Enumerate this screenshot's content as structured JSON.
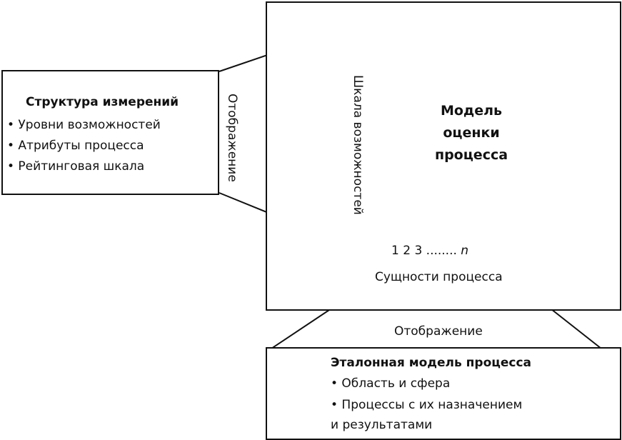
{
  "left_box": {
    "title": "Структура измерений",
    "items": [
      "• Уровни возможностей",
      "• Атрибуты процесса",
      "• Рейтинговая шкала"
    ]
  },
  "left_mapping_label": "Отображение",
  "assessment_model": {
    "title_lines": [
      "Модель",
      "оценки",
      "процесса"
    ],
    "axis_vertical_label": "Шкала возможностей",
    "axis_horizontal_ticks": "1 2 3 ........",
    "axis_horizontal_n": "n",
    "axis_horizontal_label": "Сущности процесса"
  },
  "bottom_mapping_label": "Отображение",
  "reference_box": {
    "title": "Эталонная модель процесса",
    "items": [
      "• Область и сфера",
      "• Процессы с их назначением",
      "и результатами"
    ]
  }
}
